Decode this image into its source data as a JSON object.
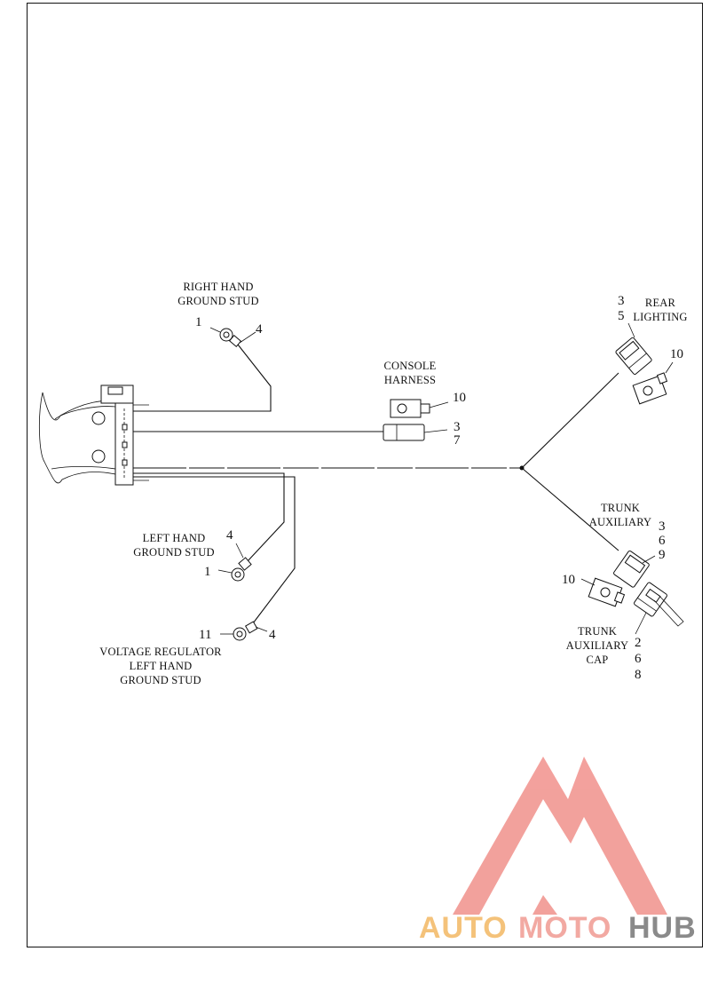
{
  "labels": {
    "right_hand_ground_stud": [
      "RIGHT HAND",
      "GROUND STUD"
    ],
    "console_harness": [
      "CONSOLE",
      "HARNESS"
    ],
    "rear_lighting": [
      "REAR",
      "LIGHTING"
    ],
    "left_hand_ground_stud": [
      "LEFT HAND",
      "GROUND STUD"
    ],
    "voltage_regulator": [
      "VOLTAGE REGULATOR",
      "LEFT HAND",
      "GROUND STUD"
    ],
    "trunk_auxiliary": [
      "TRUNK",
      "AUXILIARY"
    ],
    "trunk_auxiliary_cap": [
      "TRUNK",
      "AUXILIARY",
      "CAP"
    ]
  },
  "callouts": {
    "rh_stud_left": "1",
    "rh_stud_right": "4",
    "console_clip": "10",
    "console_conn_a": "3",
    "console_conn_b": "7",
    "rear_a": "3",
    "rear_b": "5",
    "rear_clip": "10",
    "lh_stud_top": "4",
    "lh_stud_left": "1",
    "vr_left": "11",
    "vr_right": "4",
    "trunk_a": "3",
    "trunk_b": "6",
    "trunk_c": "9",
    "trunk_clip": "10",
    "cap_a": "2",
    "cap_b": "6",
    "cap_c": "8"
  },
  "watermark": {
    "text_part1": "AUTO",
    "text_part2": "MOTO",
    "text_part3": "HUB",
    "colors": {
      "logo": "#f08a84",
      "auto": "#f4c27a",
      "moto": "#f2a9a2",
      "hub": "#8a8a8a"
    }
  }
}
